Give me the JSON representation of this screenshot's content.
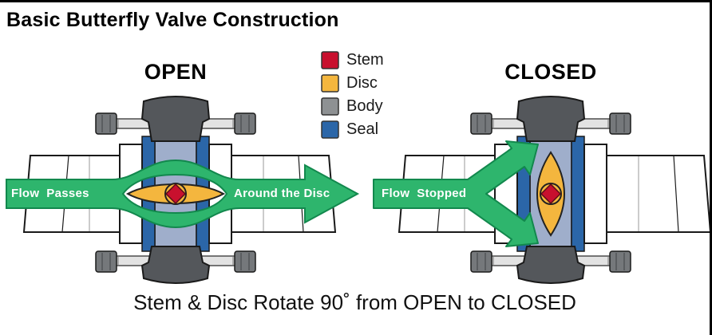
{
  "title": "Basic Butterfly Valve Construction",
  "caption": "Stem & Disc Rotate 90˚ from OPEN to CLOSED",
  "legend": {
    "items": [
      {
        "label": "Stem",
        "color": "#C8102E"
      },
      {
        "label": "Disc",
        "color": "#F4B63E"
      },
      {
        "label": "Body",
        "color": "#8E9193"
      },
      {
        "label": "Seal",
        "color": "#2B66A8"
      }
    ]
  },
  "open_valve": {
    "label": "OPEN",
    "flow_label_left": "Flow  Passes",
    "flow_label_right": "Around the Disc"
  },
  "closed_valve": {
    "label": "CLOSED",
    "flow_label": "Flow  Stopped"
  },
  "colors": {
    "flow_arrow": "#2EB56D",
    "flow_arrow_outline": "#12884D",
    "stem": "#C8102E",
    "disc": "#F4B63E",
    "valve_body": "#54575B",
    "seal": "#2B66A8",
    "seal_liner": "#9FAECB"
  }
}
